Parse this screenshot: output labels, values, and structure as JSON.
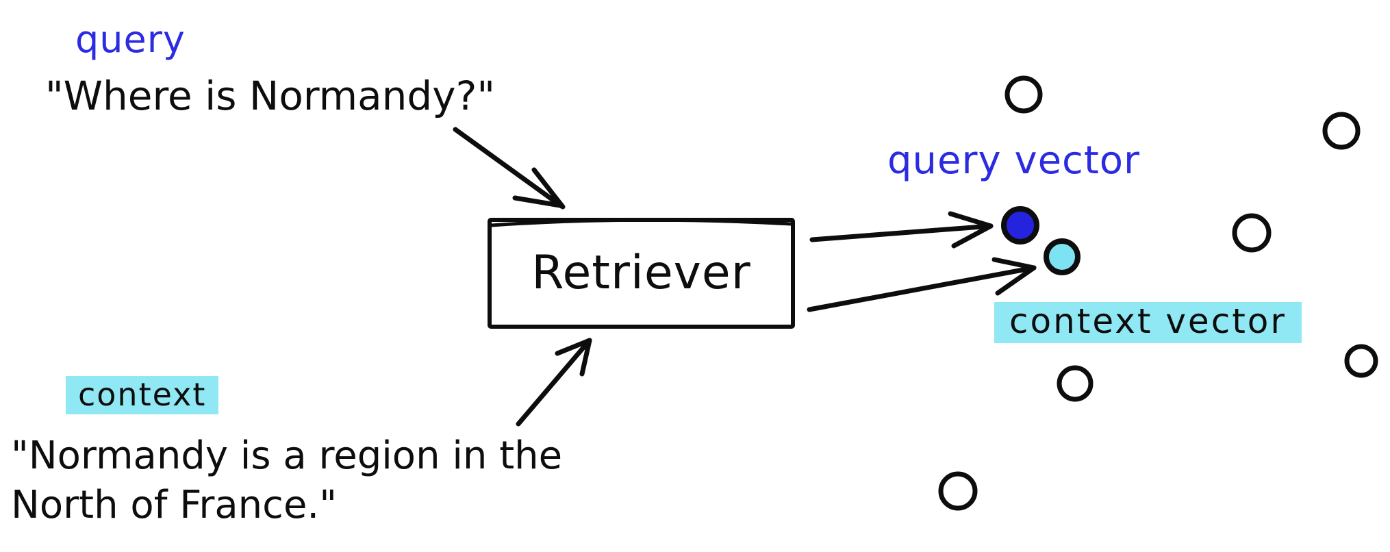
{
  "labels": {
    "query": "query",
    "query_sentence": "\"Where is Normandy?\"",
    "retriever": "Retriever",
    "query_vector": "query vector",
    "context_vector": "context vector",
    "context": "context",
    "context_sentence_line1": "\"Normandy is a region in the",
    "context_sentence_line2": "North of France.\""
  },
  "colors": {
    "background": "#ffffff",
    "ink": "#0d0d0d",
    "blue": "#2b2be2",
    "dot_blue": "#2424de",
    "dot_cyan": "#7de2f1",
    "highlight": "#90e8f4"
  },
  "diagram": {
    "node": "Retriever",
    "inputs": [
      "query",
      "context"
    ],
    "outputs": [
      "query vector",
      "context vector"
    ],
    "empty_point_count": 6
  }
}
